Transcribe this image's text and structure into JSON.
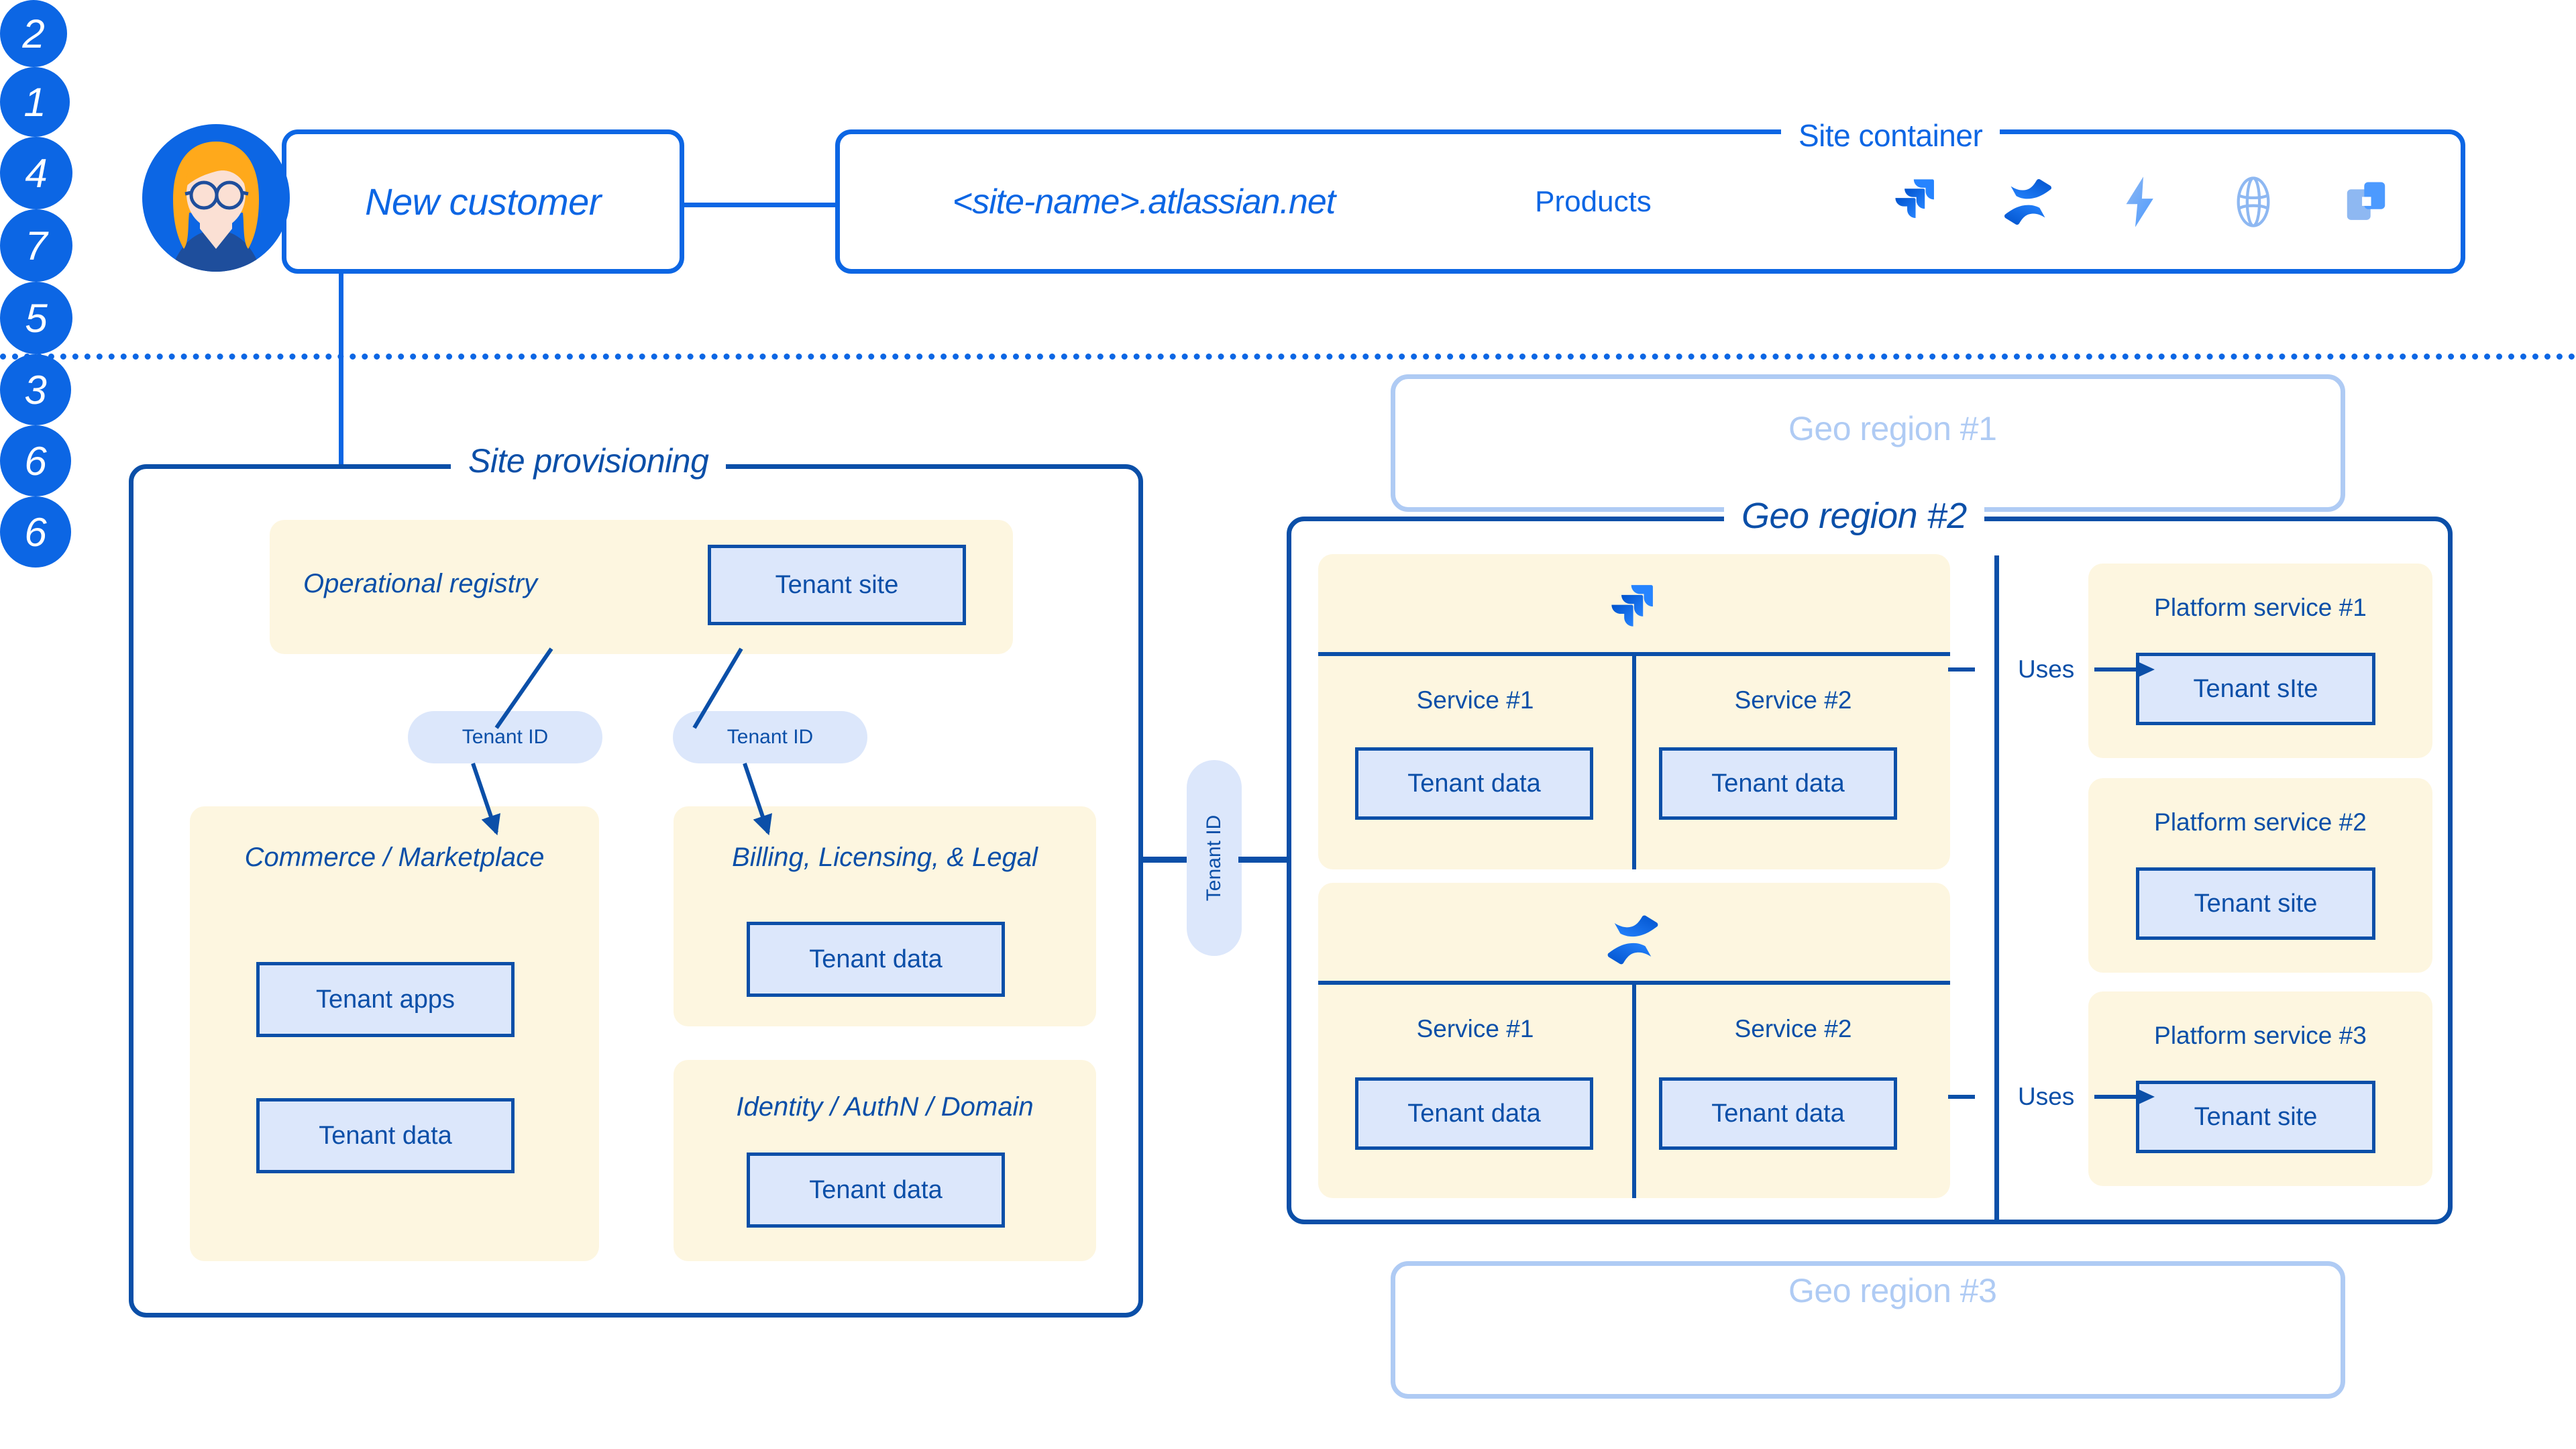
{
  "diagram": {
    "title": "Atlassian multi-tenant site provisioning architecture",
    "colors": {
      "accent_bright_blue": "#0C66E4",
      "accent_dark_blue": "#0B4FA8",
      "panel_yellow": "#FDF6E0",
      "node_blue_fill": "#DCE7FB",
      "ghost_blue": "#AFCBF4"
    }
  },
  "top_row": {
    "avatar": {
      "name": "customer-avatar"
    },
    "customer_box": {
      "label": "New customer"
    },
    "site_box": {
      "label": "<site-name>.atlassian.net"
    },
    "site_container": {
      "title": "Site container",
      "products_label": "Products",
      "product_icons": [
        {
          "name": "jira-icon"
        },
        {
          "name": "confluence-icon"
        },
        {
          "name": "jira-service-management-icon"
        },
        {
          "name": "atlas-globe-icon"
        },
        {
          "name": "bitbucket-squares-icon"
        }
      ]
    }
  },
  "badges": {
    "one": "1",
    "two": "2",
    "three": "3",
    "four": "4",
    "five": "5",
    "six_a": "6",
    "six_b": "6",
    "seven": "7"
  },
  "site_provisioning": {
    "title": "Site provisioning",
    "operational_registry": {
      "label": "Operational registry",
      "node": "Tenant site"
    },
    "tenant_id_pills": [
      "Tenant ID",
      "Tenant ID"
    ],
    "commerce": {
      "label": "Commerce / Marketplace",
      "nodes": [
        "Tenant apps",
        "Tenant data"
      ]
    },
    "billing": {
      "label": "Billing, Licensing, & Legal",
      "nodes": [
        "Tenant data"
      ]
    },
    "identity": {
      "label": "Identity / AuthN / Domain",
      "nodes": [
        "Tenant data"
      ]
    }
  },
  "bridge": {
    "tenant_id_pill": "Tenant ID"
  },
  "geo_regions": {
    "region_1": {
      "title": "Geo region #1"
    },
    "region_3": {
      "title": "Geo region #3"
    },
    "region_2": {
      "title": "Geo region #2",
      "product_groups": [
        {
          "icon": "jira-icon",
          "services": [
            {
              "label": "Service #1",
              "node": "Tenant data"
            },
            {
              "label": "Service #2",
              "node": "Tenant data"
            }
          ]
        },
        {
          "icon": "confluence-icon",
          "services": [
            {
              "label": "Service #1",
              "node": "Tenant data"
            },
            {
              "label": "Service #2",
              "node": "Tenant data"
            }
          ]
        }
      ],
      "uses_labels": [
        "Uses",
        "Uses"
      ],
      "platform_services": [
        {
          "label": "Platform service #1",
          "node": "Tenant sIte"
        },
        {
          "label": "Platform service #2",
          "node": "Tenant site"
        },
        {
          "label": "Platform service #3",
          "node": "Tenant site"
        }
      ]
    }
  }
}
